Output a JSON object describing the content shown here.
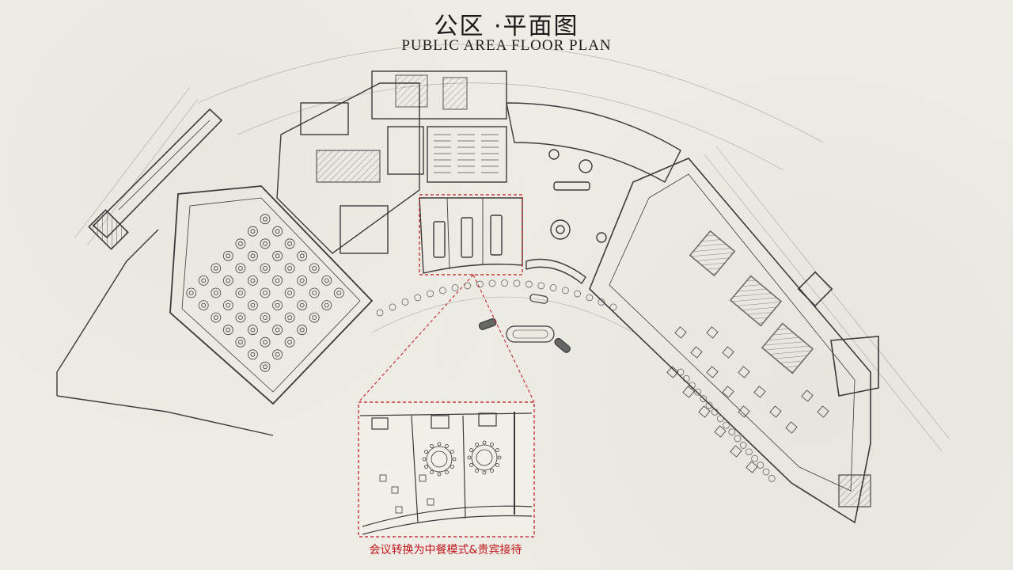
{
  "header": {
    "title_cn": "公区 ·平面图",
    "title_en": "PUBLIC AREA FLOOR PLAN"
  },
  "inset": {
    "caption": "会议转换为中餐模式&贵宾接待"
  },
  "colors": {
    "background": "#efece6",
    "line": "#3a3a3a",
    "highlight": "#c0161b"
  }
}
